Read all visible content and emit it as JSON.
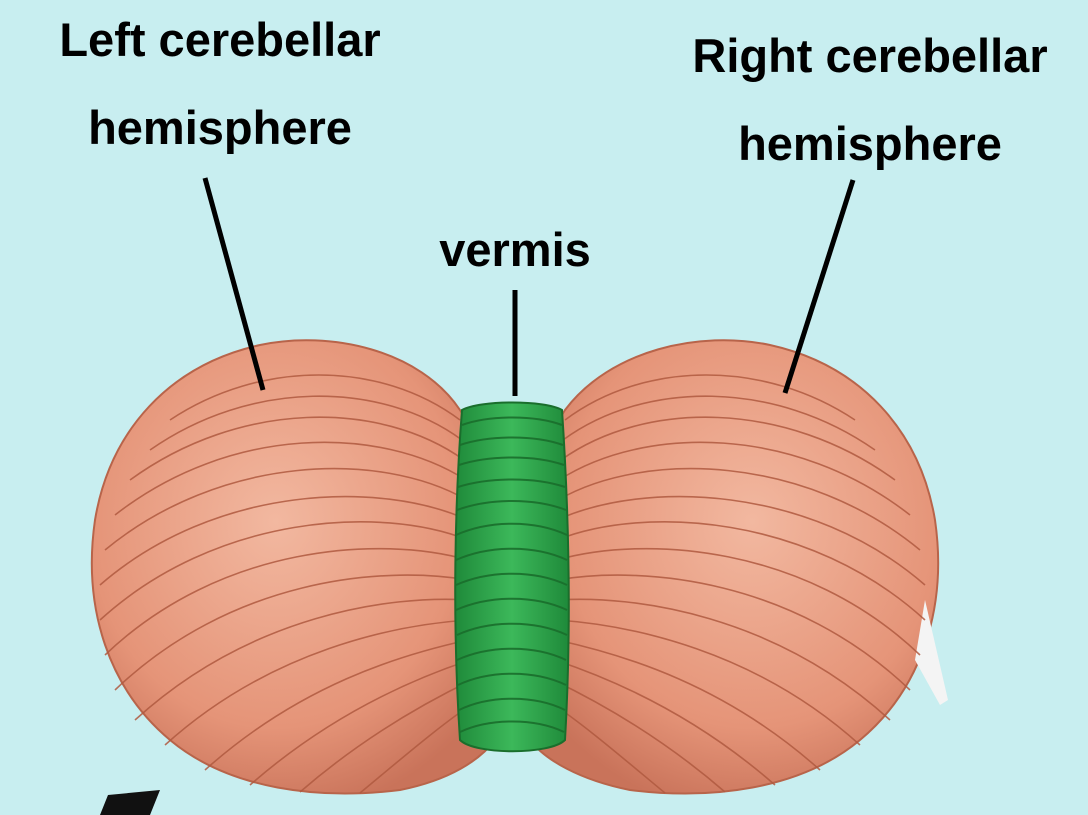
{
  "labels": {
    "left_line1": "Left cerebellar",
    "left_line2": "hemisphere",
    "right_line1": "Right cerebellar",
    "right_line2": "hemisphere",
    "vermis": "vermis"
  },
  "colors": {
    "background": "#c8eef0",
    "hemisphere_fill": "#e89a80",
    "folia_line": "#b05a40",
    "vermis_fill": "#2ea64a",
    "vermis_line": "#1a6e2c",
    "leader_line": "#000000"
  }
}
